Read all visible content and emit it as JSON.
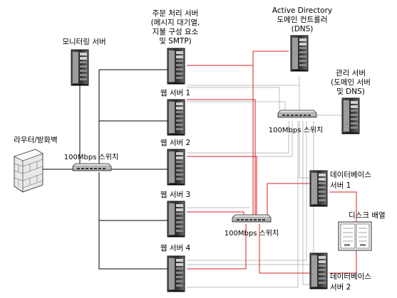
{
  "labels": {
    "order_server": [
      "주문 처리 서버",
      "(메시지 대기열,",
      "지불 구성 요소",
      "및 SMTP)"
    ],
    "ad_dc": [
      "Active Directory",
      "도메인 컨트롤러",
      "(DNS)"
    ],
    "monitoring_server": "모니터링 서버",
    "mgmt_server": [
      "관리 서버",
      "(도메인 서버",
      "및 DNS)"
    ],
    "web1": "웹 서버 1",
    "web2": "웹 서버 2",
    "web3": "웹 서버 3",
    "web4": "웹 서버 4",
    "router": "라우터/방화벽",
    "switch_left": "100Mbps 스위치",
    "switch_top": "100Mbps 스위치",
    "switch_bottom": "100Mbps 스위치",
    "db1": [
      "데이터베이스",
      "서버 1"
    ],
    "db2": [
      "데이터베이스",
      "서버 2"
    ],
    "disk_array": "디스크 배열"
  },
  "colors": {
    "black_link": "#000000",
    "red_link": "#d42020",
    "gray_link": "#bfbfbf",
    "server_dark": "#3a3a3a",
    "server_light": "#9a9a9a"
  }
}
